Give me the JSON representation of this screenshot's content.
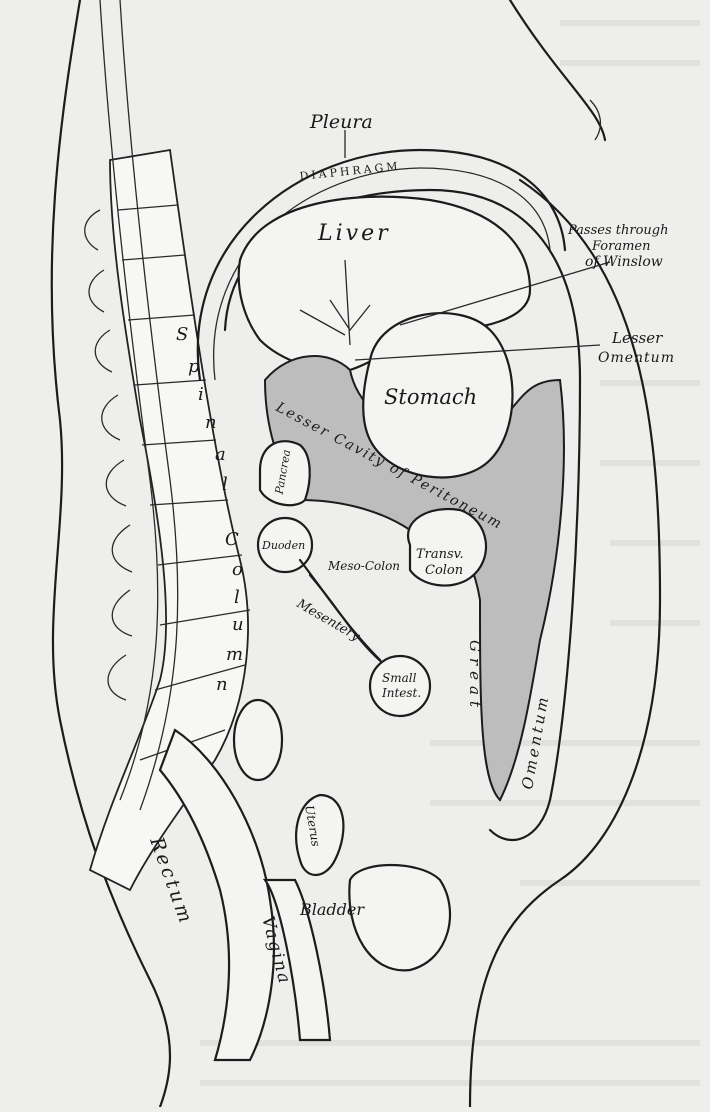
{
  "figure": {
    "labels": {
      "pleura": "Pleura",
      "diaphragm": "DIAPHRAGM",
      "liver": "Liver",
      "passes_through_line1": "Passes through",
      "passes_through_line2": "Foramen",
      "passes_through_line3": "of Winslow",
      "lesser_omentum_line1": "Lesser",
      "lesser_omentum_line2": "Omentum",
      "stomach": "Stomach",
      "lesser_cavity": "Lesser Cavity of Peritoneum",
      "pancreas": "Pancrea",
      "duoden": "Duoden",
      "meso_colon": "Meso-Colon",
      "transv_colon_line1": "Transv.",
      "transv_colon_line2": "Colon",
      "spinal_column_1": "S",
      "spinal_column_2": "p",
      "spinal_column_3": "i",
      "spinal_column_4": "n",
      "spinal_column_5": "a",
      "spinal_column_6": "l",
      "spinal_column_7": "C",
      "spinal_column_8": "o",
      "spinal_column_9": "l",
      "spinal_column_10": "u",
      "spinal_column_11": "m",
      "spinal_column_12": "n",
      "mesentery": "Mesentery",
      "small_intest_line1": "Small",
      "small_intest_line2": "Intest.",
      "great_omentum_1": "Great",
      "great_omentum_2": "Omentum",
      "rectum": "Rectum",
      "uterus": "Uterus",
      "bladder": "Bladder",
      "vagina": "Vagina"
    }
  }
}
